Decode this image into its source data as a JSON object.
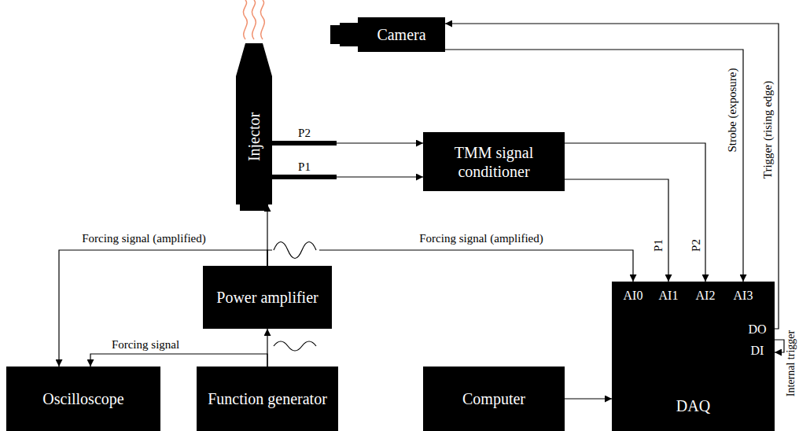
{
  "diagram": {
    "nodes": [
      {
        "text": [
          "Camera"
        ]
      },
      {
        "text": [
          "Injector"
        ]
      },
      {
        "text": [
          "TMM signal conditioner"
        ]
      },
      {
        "text": [
          "Power amplifier"
        ]
      },
      {
        "text": [
          "Oscilloscope"
        ]
      },
      {
        "text": [
          "Function generator"
        ]
      },
      {
        "text": [
          "Computer"
        ]
      },
      {
        "text": [
          "DAQ"
        ]
      }
    ],
    "edges": [
      {
        "from": 5,
        "to": 3,
        "arrow": "to"
      },
      {
        "from": 3,
        "to": 1,
        "arrow": "to"
      },
      {
        "from": 5,
        "to": 4,
        "label": "Forcing signal",
        "arrow": "to"
      },
      {
        "from": 3,
        "to": 4,
        "label": "Forcing signal (amplified)",
        "arrow": "to"
      },
      {
        "from": 3,
        "to": 7,
        "label": "Forcing signal (amplified)",
        "arrow": "to"
      },
      {
        "from": 1,
        "to": 2,
        "arrow": "to"
      },
      {
        "from": 1,
        "to": 2,
        "arrow": "to"
      },
      {
        "from": 2,
        "to": 7,
        "label": "P1",
        "arrow": "to"
      },
      {
        "from": 2,
        "to": 7,
        "label": "P2",
        "arrow": "to"
      },
      {
        "from": 0,
        "to": 7,
        "label": "Strobe (exposure)",
        "arrow": "to"
      },
      {
        "from": 7,
        "to": 0,
        "label": "Trigger (rising edge)",
        "arrow": "to"
      },
      {
        "from": 7,
        "to": 7,
        "label": "Internal trigger",
        "arrow": "to"
      },
      {
        "from": 6,
        "to": 7,
        "arrow": "to"
      }
    ],
    "labels": [
      "P2",
      "P1",
      "AI0",
      "AI1",
      "AI2",
      "AI3",
      "DO",
      "DI"
    ]
  }
}
